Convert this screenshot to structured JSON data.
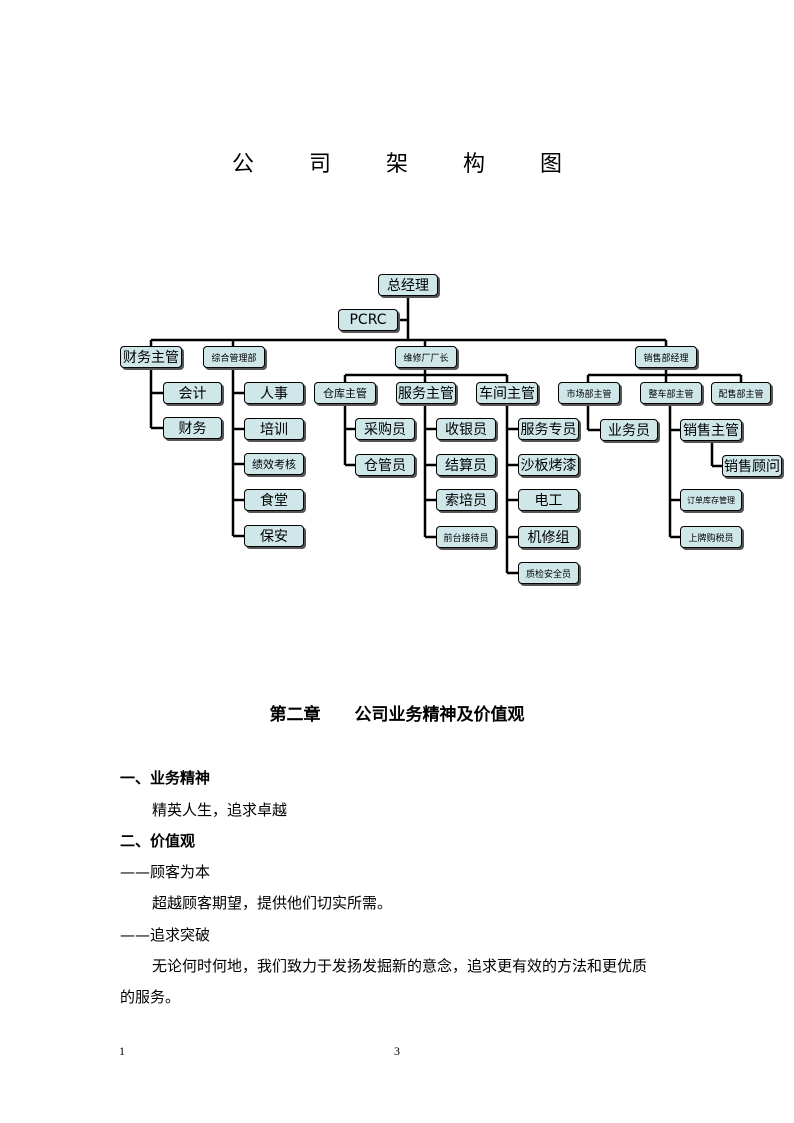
{
  "title": "公 司 架 构 图",
  "org": {
    "root": "总经理",
    "pcrc": "PCRC",
    "finance_head": "财务主管",
    "finance_children": [
      "会计",
      "财务"
    ],
    "admin_head": "综合管理部",
    "admin_children": [
      "人事",
      "培训",
      "绩效考核",
      "食堂",
      "保安"
    ],
    "repair_head": "维修厂厂长",
    "warehouse": "仓库主管",
    "warehouse_children": [
      "采购员",
      "仓管员"
    ],
    "service": "服务主管",
    "service_children": [
      "收银员",
      "结算员",
      "索培员",
      "前台接待员"
    ],
    "workshop": "车间主管",
    "workshop_children": [
      "服务专员",
      "沙板烤漆",
      "电工",
      "机修组",
      "质检安全员"
    ],
    "sales_head": "销售部经理",
    "market": "市场部主管",
    "market_children": [
      "业务员"
    ],
    "vehicle": "整车部主管",
    "vehicle_children": [
      "销售主管",
      "销售顾问",
      "订单库存管理",
      "上牌购税员"
    ],
    "parts": "配售部主管"
  },
  "chapter": {
    "number": "第二章",
    "title": "公司业务精神及价值观"
  },
  "body": {
    "s1": "一、业务精神",
    "s1_text": "精英人生，追求卓越",
    "s2": "二、价值观",
    "v1": "——顾客为本",
    "v1_text": "超越顾客期望，提供他们切实所需。",
    "v2": "——追求突破",
    "v2_text_1": "无论何时何地，我们致力于发扬发掘新的意念，追求更有效的方法和更优质",
    "v2_text_2": "的服务。"
  },
  "footer": {
    "left": "1",
    "center": "3"
  }
}
